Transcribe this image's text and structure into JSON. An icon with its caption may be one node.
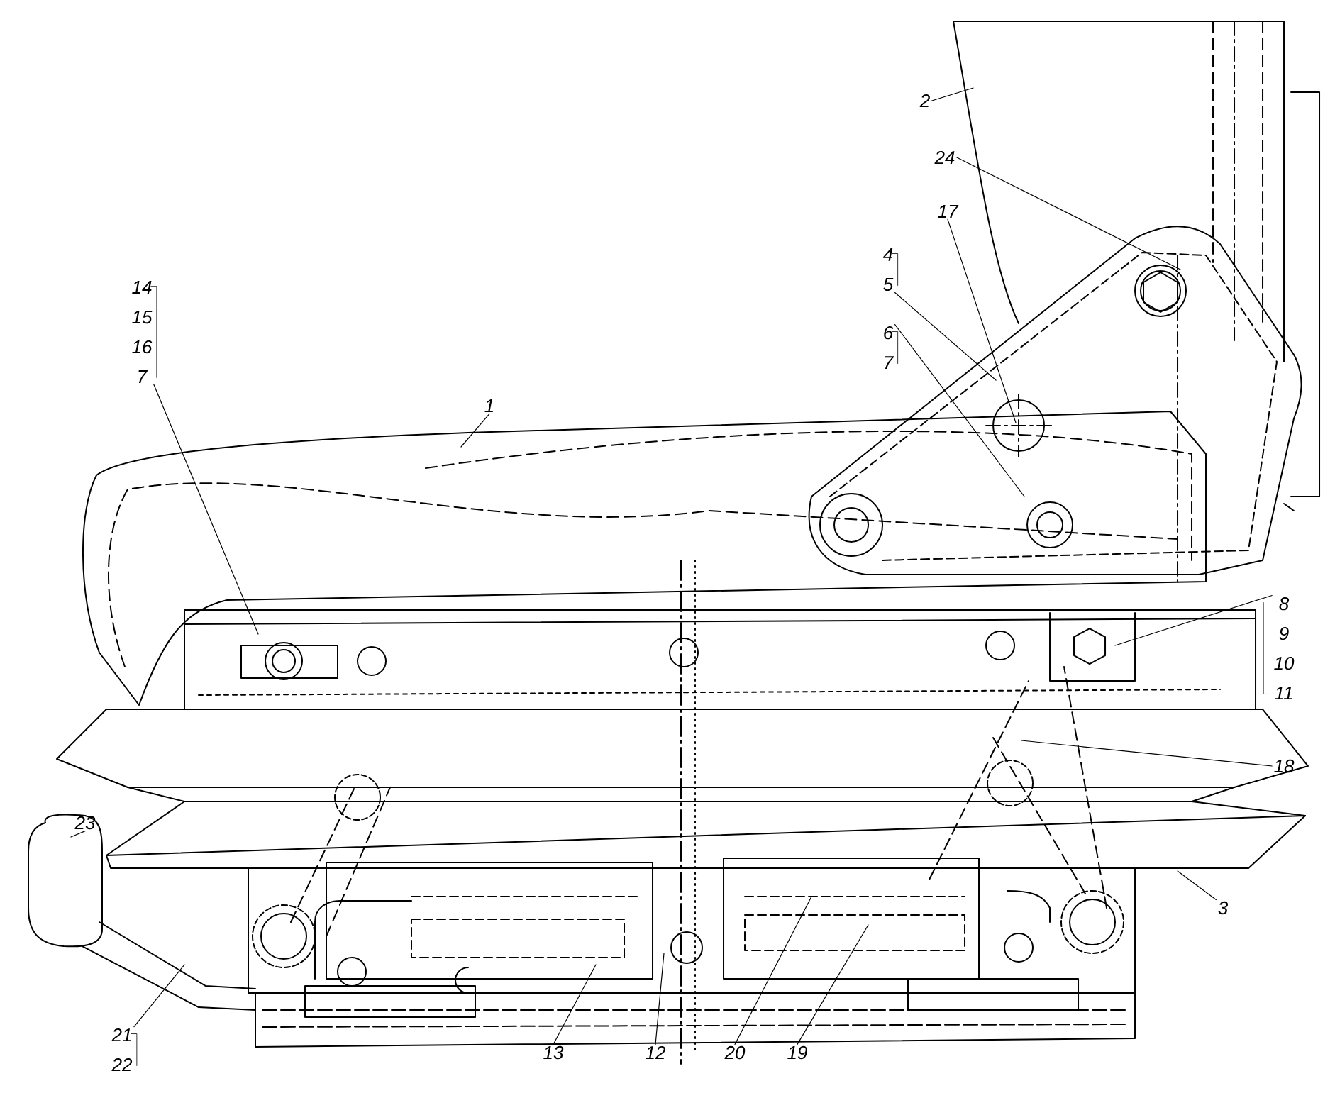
{
  "diagram": {
    "nodes": [
      {
        "text": [
          "2"
        ]
      },
      {
        "text": [
          "24"
        ]
      },
      {
        "text": [
          "17"
        ]
      },
      {
        "text": [
          "4",
          "5"
        ]
      },
      {
        "text": [
          "6",
          "7"
        ]
      },
      {
        "text": [
          "14",
          "15",
          "16",
          "7"
        ]
      },
      {
        "text": [
          "1"
        ]
      },
      {
        "text": [
          "8",
          "9",
          "10",
          "11"
        ]
      },
      {
        "text": [
          "18"
        ]
      },
      {
        "text": [
          "23"
        ]
      },
      {
        "text": [
          "3"
        ]
      },
      {
        "text": [
          "21",
          "22"
        ]
      },
      {
        "text": [
          "13"
        ]
      },
      {
        "text": [
          "12"
        ]
      },
      {
        "text": [
          "20"
        ]
      },
      {
        "text": [
          "19"
        ]
      }
    ],
    "edges": [
      {
        "from": 0,
        "to": null,
        "arrow": "none"
      },
      {
        "from": 1,
        "to": null,
        "arrow": "none"
      },
      {
        "from": 2,
        "to": null,
        "arrow": "none"
      },
      {
        "from": 3,
        "to": null,
        "arrow": "none"
      },
      {
        "from": 4,
        "to": null,
        "arrow": "none"
      },
      {
        "from": 5,
        "to": null,
        "arrow": "none"
      },
      {
        "from": 6,
        "to": null,
        "arrow": "none"
      },
      {
        "from": 7,
        "to": null,
        "arrow": "none"
      },
      {
        "from": 8,
        "to": null,
        "arrow": "none"
      },
      {
        "from": 9,
        "to": null,
        "arrow": "none"
      },
      {
        "from": 10,
        "to": null,
        "arrow": "none"
      },
      {
        "from": 11,
        "to": null,
        "arrow": "none"
      },
      {
        "from": 12,
        "to": null,
        "arrow": "none"
      },
      {
        "from": 13,
        "to": null,
        "arrow": "none"
      },
      {
        "from": 14,
        "to": null,
        "arrow": "none"
      },
      {
        "from": 15,
        "to": null,
        "arrow": "none"
      }
    ]
  }
}
